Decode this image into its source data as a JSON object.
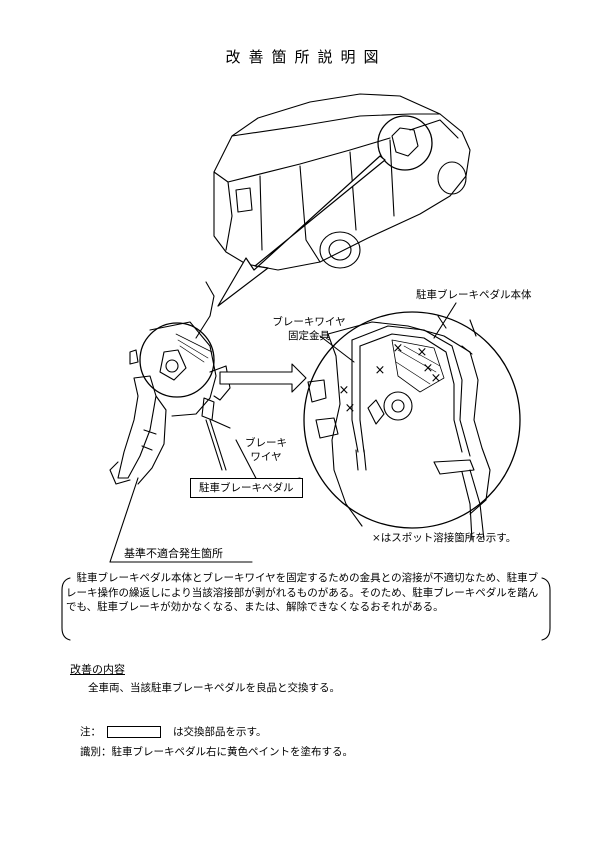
{
  "document": {
    "title": "改善箇所説明図"
  },
  "labels": {
    "pedal_body": "駐車ブレーキペダル本体",
    "wire_bracket_line1": "ブレーキワイヤ",
    "wire_bracket_line2": "固定金具",
    "brake_wire_line1": "ブレーキ",
    "brake_wire_line2": "ワイヤ",
    "parking_pedal": "駐車ブレーキペダル",
    "spot_weld_note": "×はスポット溶接箇所を示す。",
    "weld_mark": "×"
  },
  "defect": {
    "heading": "基準不適合発生箇所",
    "description": "駐車ブレーキペダル本体とブレーキワイヤを固定するための金具との溶接が不適切なため、駐車ブレーキ操作の繰返しにより当該溶接部が剥がれるものがある。そのため、駐車ブレーキペダルを踏んでも、駐車ブレーキが効かなくなる、または、解除できなくなるおそれがある。"
  },
  "improvement": {
    "heading": "改善の内容",
    "text": "全車両、当該駐車ブレーキペダルを良品と交換する。"
  },
  "notes": {
    "note_prefix": "注：",
    "note_suffix": "は交換部品を示す。",
    "id_text": "識別：駐車ブレーキペダル右に黄色ペイントを塗布する。"
  }
}
